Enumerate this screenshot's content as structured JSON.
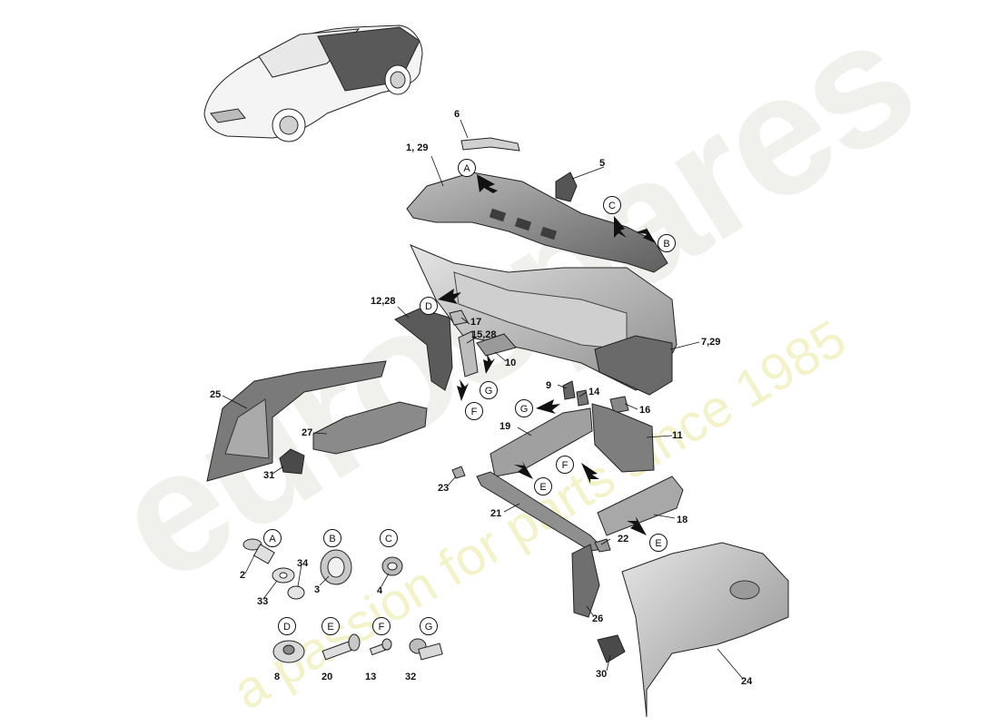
{
  "watermark": {
    "brand": "eurospares",
    "tagline": "a passion for parts since 1985"
  },
  "colors": {
    "part_fill": "#d9d9d9",
    "part_dark": "#4d4d4d",
    "part_mid": "#a5a5a5",
    "line": "#111111",
    "watermark": "#eeeeea",
    "watermark_tag": "#f1efbc"
  },
  "part_labels": {
    "p1_29": "1, 29",
    "p2": "2",
    "p3": "3",
    "p4": "4",
    "p5": "5",
    "p6": "6",
    "p7_29": "7,29",
    "p8": "8",
    "p9": "9",
    "p10": "10",
    "p11": "11",
    "p12_28": "12,28",
    "p13": "13",
    "p14": "14",
    "p15_28": "15,28",
    "p16": "16",
    "p17": "17",
    "p18": "18",
    "p19": "19",
    "p20": "20",
    "p21": "21",
    "p22": "22",
    "p23": "23",
    "p24": "24",
    "p25": "25",
    "p26": "26",
    "p27": "27",
    "p30": "30",
    "p31": "31",
    "p32": "32",
    "p33": "33",
    "p34": "34"
  },
  "callouts": {
    "A": "A",
    "B": "B",
    "C": "C",
    "D": "D",
    "E": "E",
    "F": "F",
    "G": "G"
  }
}
